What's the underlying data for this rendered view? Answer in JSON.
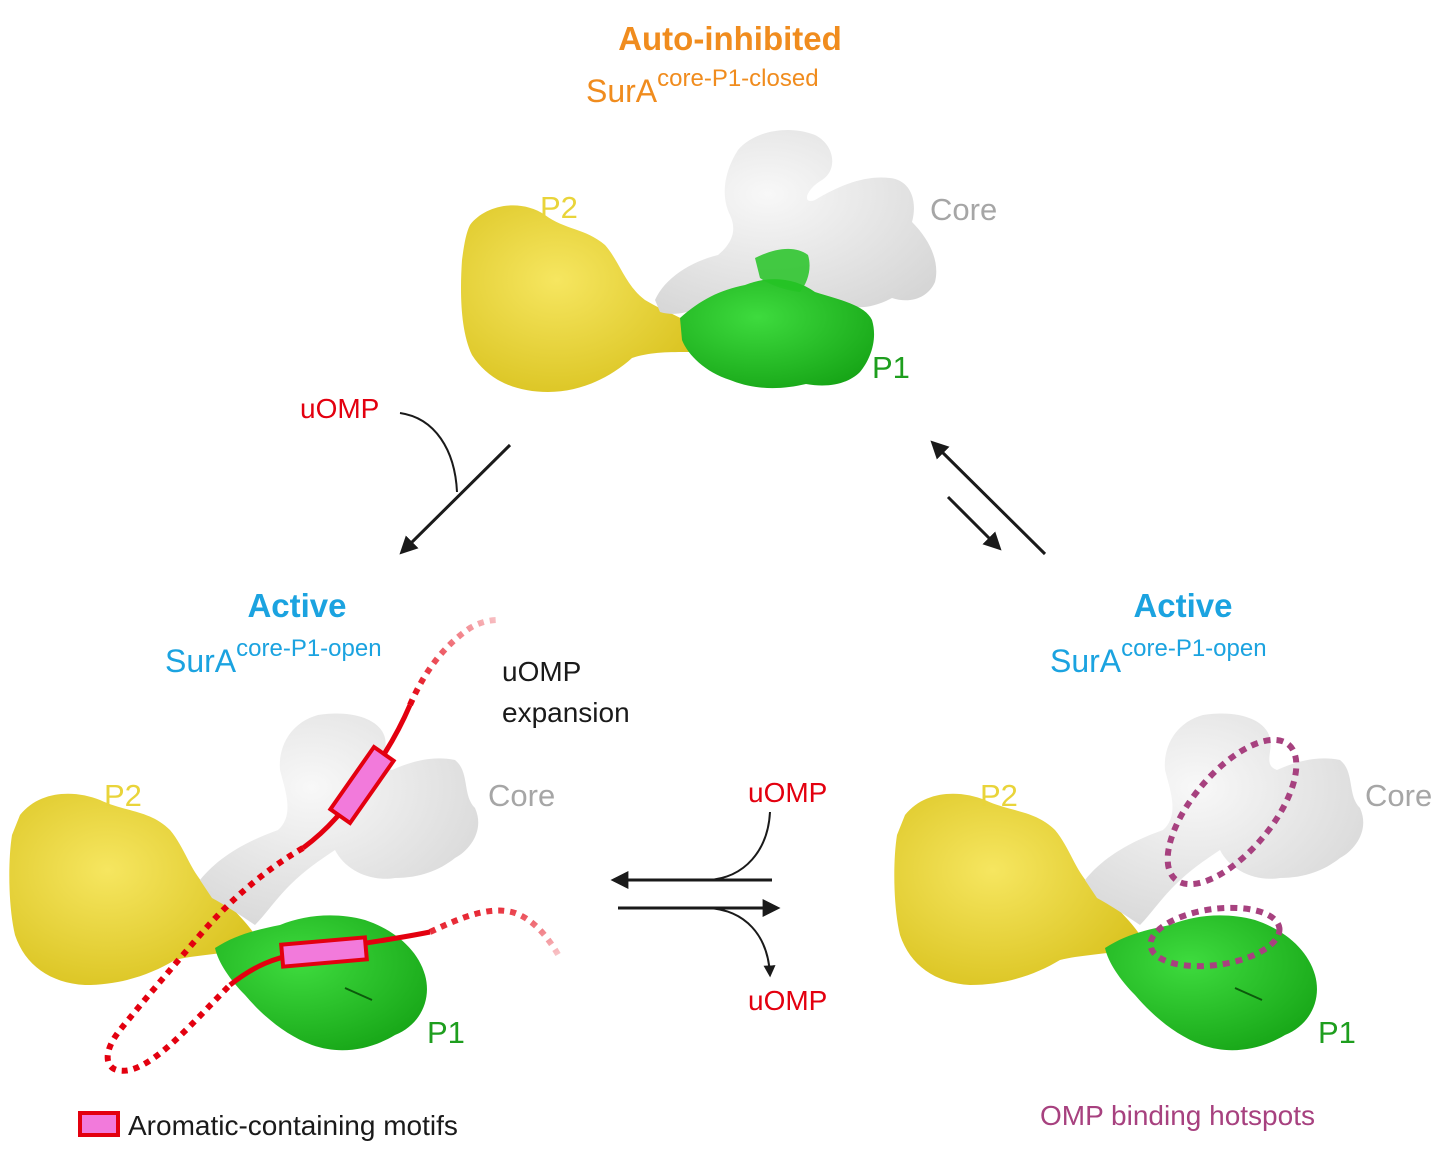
{
  "colors": {
    "orange": "#F08C1E",
    "blue": "#1BA3E0",
    "red": "#E3000F",
    "yellow": "#E9D43A",
    "green": "#25C325",
    "green_label": "#1E9E1E",
    "grey_label": "#A6A6A6",
    "core": "#ECECEC",
    "purple": "#A7417F",
    "pink": "#F27ADB",
    "black": "#1a1a1a"
  },
  "top": {
    "title": "Auto-inhibited",
    "state_base": "SurA",
    "state_sup": "core-P1-closed",
    "labels": {
      "p2": "P2",
      "core": "Core",
      "p1": "P1"
    }
  },
  "left": {
    "title": "Active",
    "state_base": "SurA",
    "state_sup": "core-P1-open",
    "labels": {
      "p2": "P2",
      "core": "Core",
      "p1": "P1"
    },
    "expansion_line1": "uOMP",
    "expansion_line2": "expansion"
  },
  "right": {
    "title": "Active",
    "state_base": "SurA",
    "state_sup": "core-P1-open",
    "labels": {
      "p2": "P2",
      "core": "Core",
      "p1": "P1"
    },
    "hotspot_caption": "OMP binding hotspots"
  },
  "arrows": {
    "top_left_substrate": "uOMP",
    "middle_in": "uOMP",
    "middle_out": "uOMP"
  },
  "legend": {
    "aromatic": "Aromatic-containing motifs"
  }
}
